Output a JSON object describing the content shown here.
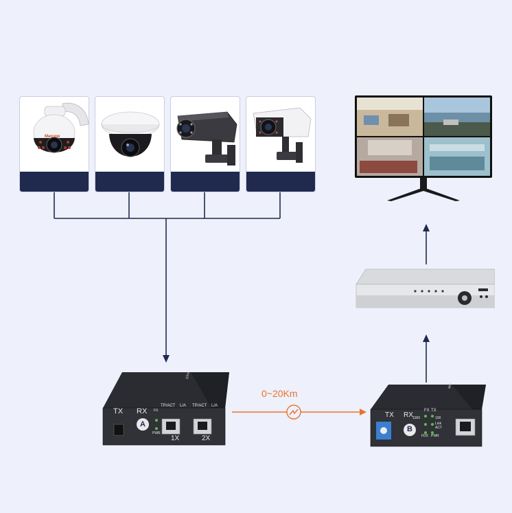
{
  "distance_label": "0~20Km",
  "transceiver_a": {
    "tx": "TX",
    "rx": "RX",
    "node": "A",
    "port_header_1": "TP/ACT",
    "port_header_2": "L/A",
    "fx": "FX",
    "pwr": "PWR",
    "port_1": "1X",
    "port_2": "2X"
  },
  "transceiver_b": {
    "tx": "TX",
    "rx": "RX",
    "node": "B",
    "fx": "FX",
    "tx2": "TX",
    "s1000": "1000",
    "s100": "100",
    "link": "Link",
    "act": "ACT",
    "fdx": "FDX",
    "pwr": "PWR"
  },
  "camera_logo": "Marcow",
  "colors": {
    "background": "#eef0fb",
    "wire": "#1f2a4e",
    "fiber_arrow": "#e8742a",
    "card_footer": "#1f2a4e"
  }
}
